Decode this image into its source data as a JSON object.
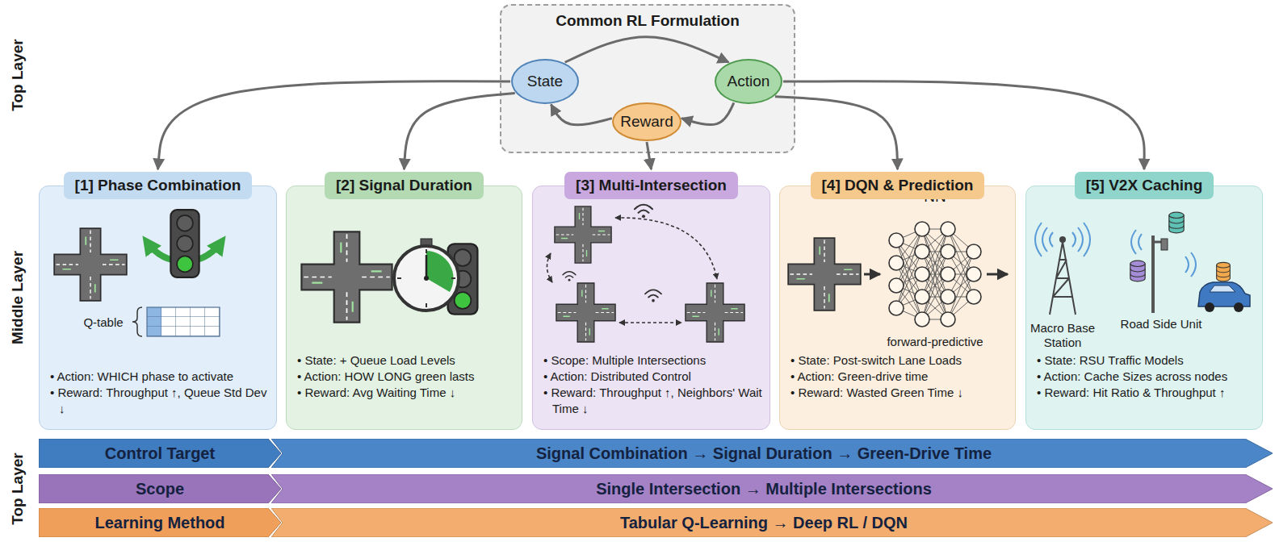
{
  "diagram": {
    "nodes": [
      {
        "text": [
          "Common RL Formulation"
        ]
      },
      {
        "text": [
          "State"
        ],
        "in": 0
      },
      {
        "text": [
          "Action"
        ],
        "in": 0
      },
      {
        "text": [
          "Reward"
        ],
        "in": 0
      },
      {
        "text": [
          "[1] Phase Combination",
          "• Action: WHICH phase to activate",
          "• Reward: Throughput ↑, Queue Std Dev ↓"
        ]
      },
      {
        "text": [
          "[2] Signal Duration",
          "• State: + Queue Load Levels",
          "• Action: HOW LONG green lasts",
          "• Reward: Avg Waiting Time ↓"
        ]
      },
      {
        "text": [
          "[3] Multi-Intersection",
          "• Scope: Multiple Intersections",
          "• Action: Distributed Control",
          "• Reward: Throughput ↑, Neighbors' Wait Time ↓"
        ]
      },
      {
        "text": [
          "[4] DQN & Prediction",
          "• State: Post-switch Lane Loads",
          "• Action: Green-drive time",
          "• Reward: Wasted Green Time ↓"
        ]
      },
      {
        "text": [
          "[5] V2X Caching",
          "• State: RSU Traffic Models",
          "• Action: Cache Sizes across nodes",
          "• Reward: Hit Ratio & Throughput ↑"
        ]
      },
      {
        "text": [
          "Control Target"
        ]
      },
      {
        "text": [
          "Signal Combination → Signal Duration → Green-Drive Time"
        ]
      },
      {
        "text": [
          "Scope"
        ]
      },
      {
        "text": [
          "Single Intersection → Multiple Intersections"
        ]
      },
      {
        "text": [
          "Learning Method"
        ]
      },
      {
        "text": [
          "Tabular Q-Learning → Deep RL / DQN"
        ]
      }
    ],
    "edges": [
      {
        "from": 1,
        "to": 2,
        "arrow": "to"
      },
      {
        "from": 2,
        "to": 3,
        "arrow": "to"
      },
      {
        "from": 3,
        "to": 1,
        "arrow": "to"
      },
      {
        "from": 1,
        "to": 4,
        "arrow": "to"
      },
      {
        "from": 1,
        "to": 5,
        "arrow": "to"
      },
      {
        "from": 3,
        "to": 6,
        "arrow": "to"
      },
      {
        "from": 2,
        "to": 7,
        "arrow": "to"
      },
      {
        "from": 2,
        "to": 8,
        "arrow": "to"
      }
    ],
    "labels": [
      "Top Layer",
      "Middle Layer",
      "Top Layer",
      "Q-table",
      "NN",
      "forward-predictive",
      "Macro Base Station",
      "Road Side Unit"
    ]
  }
}
